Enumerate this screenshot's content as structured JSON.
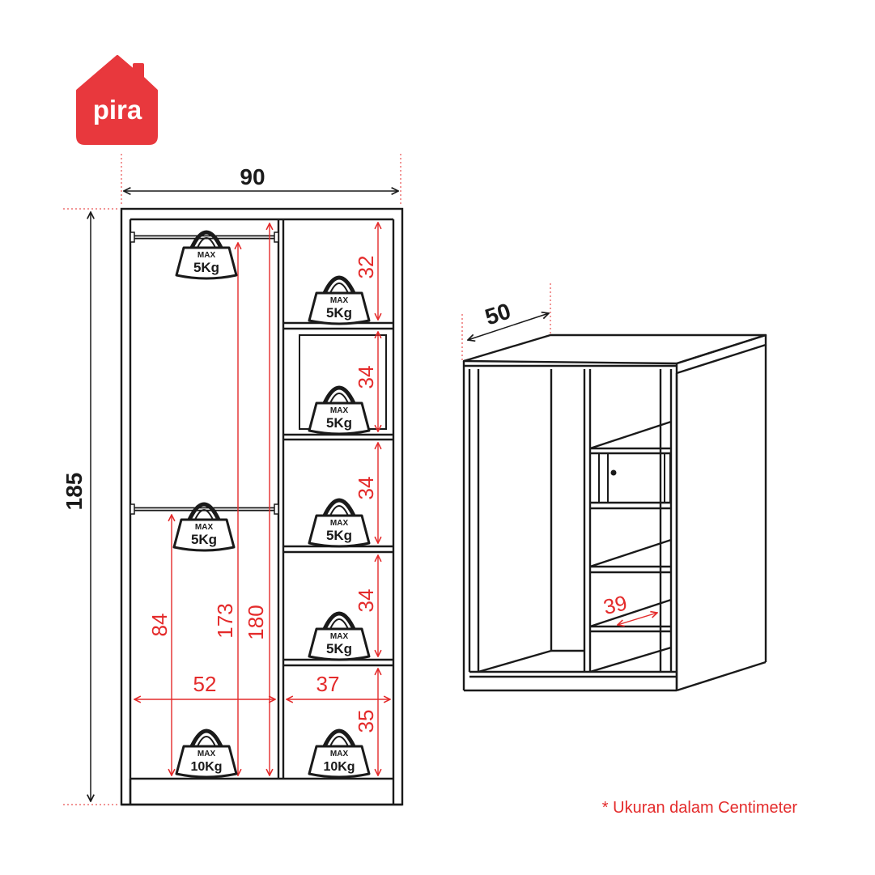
{
  "brand": {
    "name": "pira",
    "color": "#e8383d"
  },
  "colors": {
    "line": "#1a1a1a",
    "dimension": "#e42b2b"
  },
  "front": {
    "width": "90",
    "height": "185",
    "hanging_inner_height": "180",
    "rail_height_upper": "173",
    "rail_height_lower": "84",
    "left_width": "52",
    "right_width": "37",
    "shelf_heights": [
      "32",
      "34",
      "34",
      "34",
      "35"
    ]
  },
  "side": {
    "depth": "50",
    "shelf_depth": "39"
  },
  "weights": {
    "max_label": "MAX",
    "rail_upper": "5Kg",
    "rail_lower": "5Kg",
    "bottom_left": "10Kg",
    "shelves": [
      "5Kg",
      "5Kg",
      "5Kg",
      "5Kg",
      "10Kg"
    ]
  },
  "note": "* Ukuran dalam Centimeter"
}
